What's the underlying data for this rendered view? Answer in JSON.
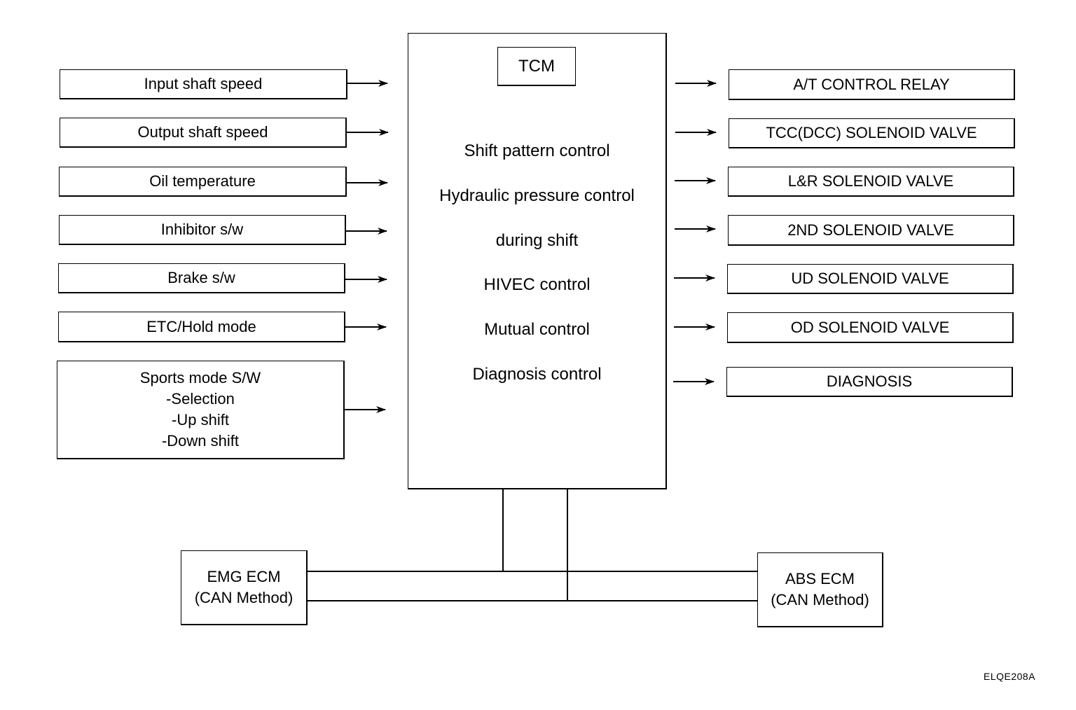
{
  "tcm": {
    "title": "TCM",
    "functions": [
      "Shift pattern control",
      "Hydraulic pressure control",
      "during shift",
      "HIVEC control",
      "Mutual control",
      "Diagnosis control"
    ]
  },
  "inputs": [
    {
      "label": "Input shaft speed"
    },
    {
      "label": "Output shaft speed"
    },
    {
      "label": "Oil temperature"
    },
    {
      "label": "Inhibitor s/w"
    },
    {
      "label": "Brake s/w"
    },
    {
      "label": "ETC/Hold mode"
    },
    {
      "lines": [
        "Sports mode S/W",
        "-Selection",
        "-Up shift",
        "-Down shift"
      ]
    }
  ],
  "outputs": [
    {
      "label": "A/T CONTROL RELAY"
    },
    {
      "label": "TCC(DCC) SOLENOID VALVE"
    },
    {
      "label": "L&R  SOLENOID VALVE"
    },
    {
      "label": "2ND SOLENOID VALVE"
    },
    {
      "label": "UD SOLENOID VALVE"
    },
    {
      "label": "OD SOLENOID VALVE"
    },
    {
      "label": "DIAGNOSIS"
    }
  ],
  "emg_ecm": {
    "lines": [
      "EMG ECM",
      "(CAN Method)"
    ]
  },
  "abs_ecm": {
    "lines": [
      "ABS ECM",
      "(CAN  Method)"
    ]
  },
  "figure_ref": "ELQE208A"
}
